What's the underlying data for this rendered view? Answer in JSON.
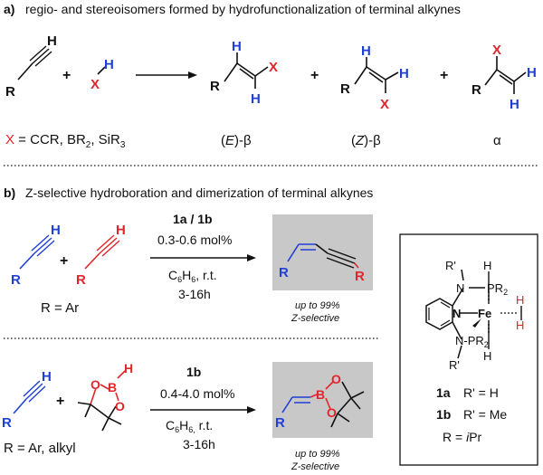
{
  "section_a": {
    "label": "a)",
    "title": "regio- and stereoisomers formed by hydrofunctionalization of terminal alkynes",
    "alkyne": {
      "R": "R",
      "H": "H"
    },
    "reagent": {
      "X": "X",
      "H": "H"
    },
    "plus": "+",
    "x_definition": {
      "x": "X",
      "rest": " = CCR, BR",
      "sub1": "2",
      "mid": ", SiR",
      "sub2": "3"
    },
    "products": [
      {
        "labels": {
          "R": "R",
          "X": "X",
          "H1": "H",
          "H2": "H"
        },
        "name_open": "(",
        "name_letter": "E",
        "name_close": ")-β"
      },
      {
        "labels": {
          "R": "R",
          "X": "X",
          "H1": "H",
          "H2": "H"
        },
        "name_open": "(",
        "name_letter": "Z",
        "name_close": ")-β"
      },
      {
        "labels": {
          "R": "R",
          "X": "X",
          "H1": "H",
          "H2": "H"
        },
        "name": "α"
      }
    ]
  },
  "section_b": {
    "label": "b)",
    "title": "Z-selective hydroboration and dimerization of terminal alkynes",
    "dimerization": {
      "alkyne_labels": {
        "R": "R",
        "H": "H"
      },
      "r_definition": "R = Ar",
      "catalyst": "1a / 1b",
      "loading": "0.3-0.6 mol%",
      "solvent": "C",
      "solvent_sub1": "6",
      "solvent_mid": "H",
      "solvent_sub2": "6",
      "solvent_rest": ", r.t.",
      "time": "3-16h",
      "selectivity_1": "up to 99%",
      "selectivity_2": "Z-selective"
    },
    "hydroboration": {
      "alkyne_labels": {
        "R": "R",
        "H": "H"
      },
      "boron_labels": {
        "B": "B",
        "H": "H",
        "O": "O"
      },
      "r_definition": "R = Ar, alkyl",
      "catalyst": "1b",
      "loading": "0.4-4.0 mol%",
      "solvent": "C",
      "solvent_sub1": "6",
      "solvent_mid": "H",
      "solvent_sub2": "6,",
      "solvent_rest": " r.t.",
      "time": "3-16h",
      "selectivity_1": "up to 99%",
      "selectivity_2": "Z-selective"
    },
    "catalyst_box": {
      "atoms": {
        "H1": "H",
        "H2": "H",
        "H3": "H",
        "H4": "H",
        "N1": "N",
        "N2": "N",
        "N3": "N",
        "Fe": "Fe",
        "PR2_top": "PR",
        "PR2_top_sub": "2",
        "PR2_bot": "N-PR",
        "PR2_bot_sub": "2",
        "R1": "R'",
        "R2": "R'"
      },
      "entry_1a": {
        "id": "1a",
        "text": "R' = H"
      },
      "entry_1b": {
        "id": "1b",
        "text": "R' = Me"
      },
      "r_line": {
        "prefix": "R = ",
        "value": "i",
        "suffix": "Pr"
      }
    }
  },
  "colors": {
    "red": "#e0262b",
    "blue": "#1f3fd6",
    "gray_box": "#c8c8c8",
    "black": "#111111"
  }
}
